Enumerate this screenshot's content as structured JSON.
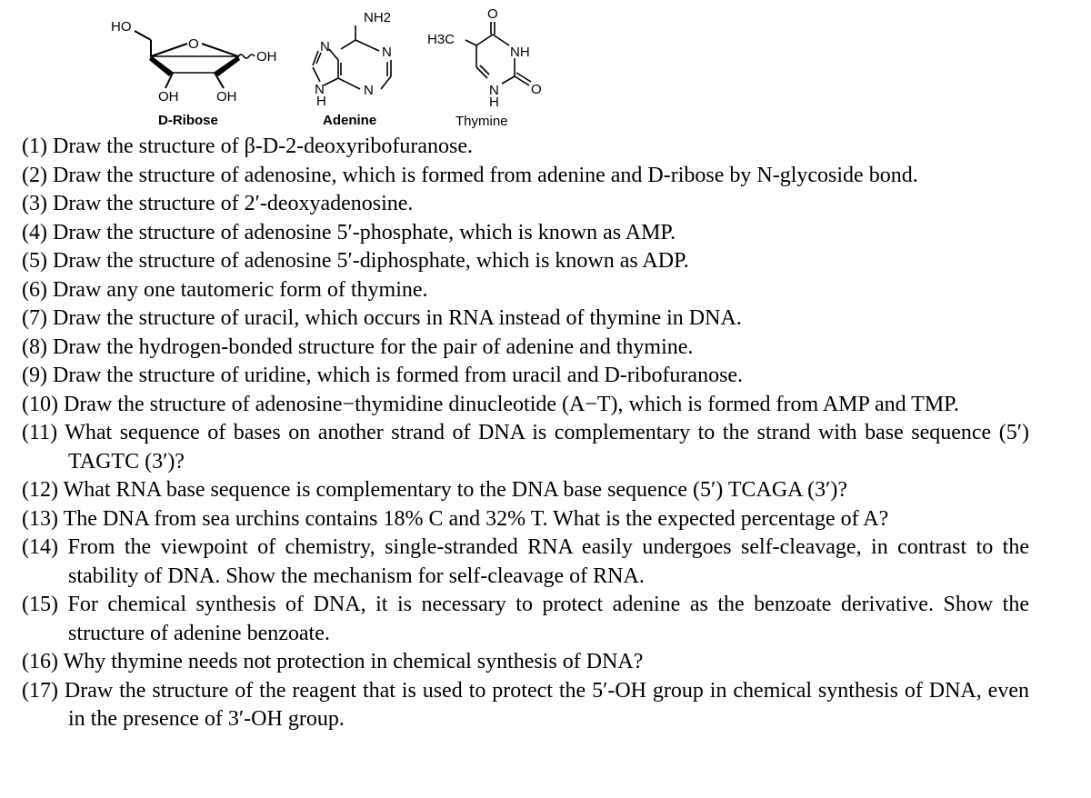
{
  "figure": {
    "ribose": {
      "caption": "D-Ribose",
      "labels": {
        "ho": "HO",
        "o": "O",
        "oh_right": "OH",
        "oh_left_bottom": "OH",
        "oh_right_bottom": "OH"
      }
    },
    "adenine": {
      "caption": "Adenine",
      "labels": {
        "nh2": "NH2",
        "n_left": "N",
        "n_right": "N",
        "n_bottom": "N",
        "n_h": "N",
        "h": "H"
      }
    },
    "thymine": {
      "caption": "Thymine",
      "labels": {
        "o_top": "O",
        "h3c": "H3C",
        "nh": "NH",
        "o_right": "O",
        "n_bottom": "N",
        "h": "H"
      }
    }
  },
  "questions": [
    {
      "num": "(1)",
      "text": "Draw the structure of β-D-2-deoxyribofuranose."
    },
    {
      "num": "(2)",
      "text": "Draw the structure of adenosine, which is formed from adenine and D-ribose by N-glycoside bond."
    },
    {
      "num": "(3)",
      "text": "Draw the structure of 2′-deoxyadenosine."
    },
    {
      "num": "(4)",
      "text": "Draw the structure of adenosine 5′-phosphate, which is known as AMP."
    },
    {
      "num": "(5)",
      "text": "Draw the structure of adenosine 5′-diphosphate, which is known as ADP."
    },
    {
      "num": "(6)",
      "text": "Draw any one tautomeric form of thymine."
    },
    {
      "num": "(7)",
      "text": "Draw the structure of uracil, which occurs in RNA instead of thymine in DNA."
    },
    {
      "num": "(8)",
      "text": "Draw the hydrogen-bonded structure for the pair of adenine and thymine."
    },
    {
      "num": "(9)",
      "text": "Draw the structure of uridine, which is formed from uracil and D-ribofuranose."
    },
    {
      "num": "(10)",
      "text": "Draw the structure of adenosine−thymidine dinucleotide (A−T), which is formed from AMP and TMP."
    },
    {
      "num": "(11)",
      "text": "What sequence of bases on another strand of DNA is complementary to the strand with base sequence (5′) TAGTC (3′)?"
    },
    {
      "num": "(12)",
      "text": "What RNA base sequence is complementary to the DNA base sequence (5′) TCAGA (3′)?"
    },
    {
      "num": "(13)",
      "text": "The DNA from sea urchins contains 18% C and 32% T. What is the expected percentage of A?"
    },
    {
      "num": "(14)",
      "text": "From the viewpoint of chemistry, single-stranded RNA easily undergoes self-cleavage, in contrast to the stability of DNA. Show the mechanism for self-cleavage of RNA."
    },
    {
      "num": "(15)",
      "text": "For chemical synthesis of DNA, it is necessary to protect adenine as the benzoate derivative. Show the structure of adenine benzoate."
    },
    {
      "num": "(16)",
      "text": "Why thymine needs not protection in chemical synthesis of DNA?"
    },
    {
      "num": "(17)",
      "text": "Draw the structure of the reagent that is used to protect the 5′-OH group in chemical synthesis of DNA, even in the presence of 3′-OH group."
    }
  ]
}
